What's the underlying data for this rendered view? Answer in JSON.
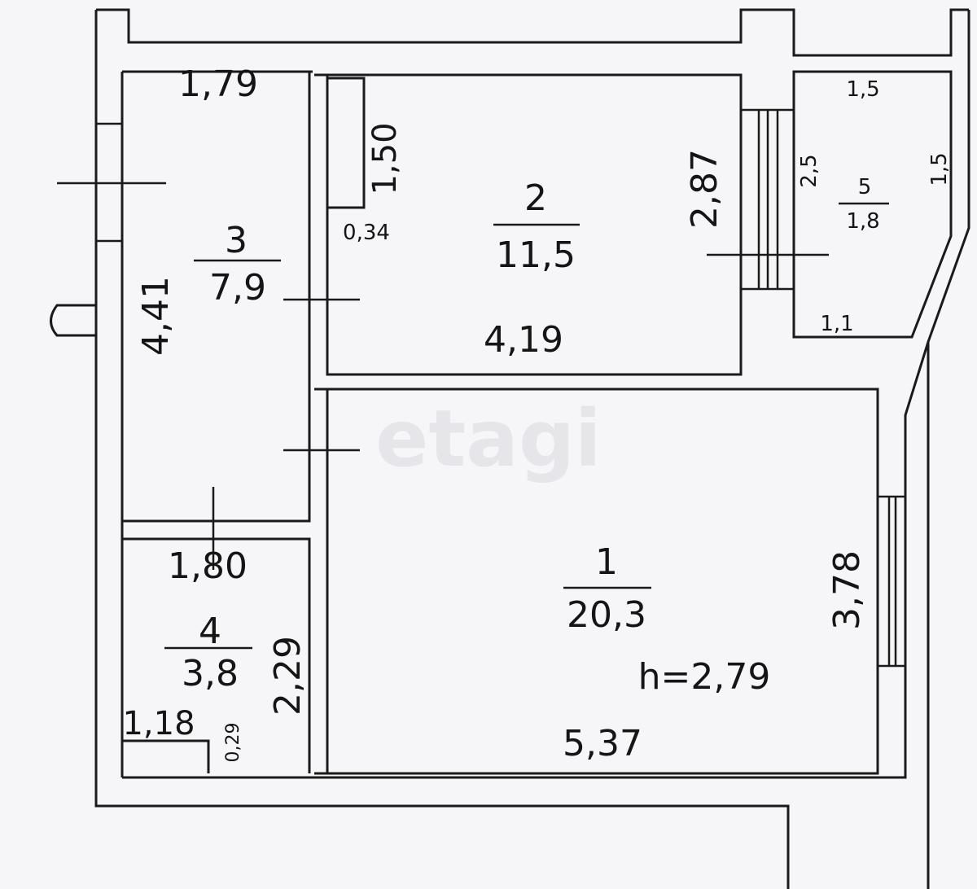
{
  "plan": {
    "height_label": "h=2,79",
    "watermark": "etagi",
    "rooms": [
      {
        "number": "1",
        "area": "20,3",
        "dims": [
          "5,37",
          "3,78"
        ]
      },
      {
        "number": "2",
        "area": "11,5",
        "dims": [
          "4,19",
          "2,87"
        ]
      },
      {
        "number": "3",
        "area": "7,9",
        "dims": [
          "1,79",
          "4,41"
        ]
      },
      {
        "number": "4",
        "area": "3,8",
        "dims": [
          "1,80",
          "2,29",
          "1,18",
          "0,29"
        ]
      },
      {
        "number": "5",
        "area": "1,8",
        "dims": [
          "1,5",
          "2,5",
          "1,5",
          "1,1"
        ]
      }
    ],
    "closet": {
      "dims": [
        "1,50",
        "0,34"
      ]
    }
  }
}
